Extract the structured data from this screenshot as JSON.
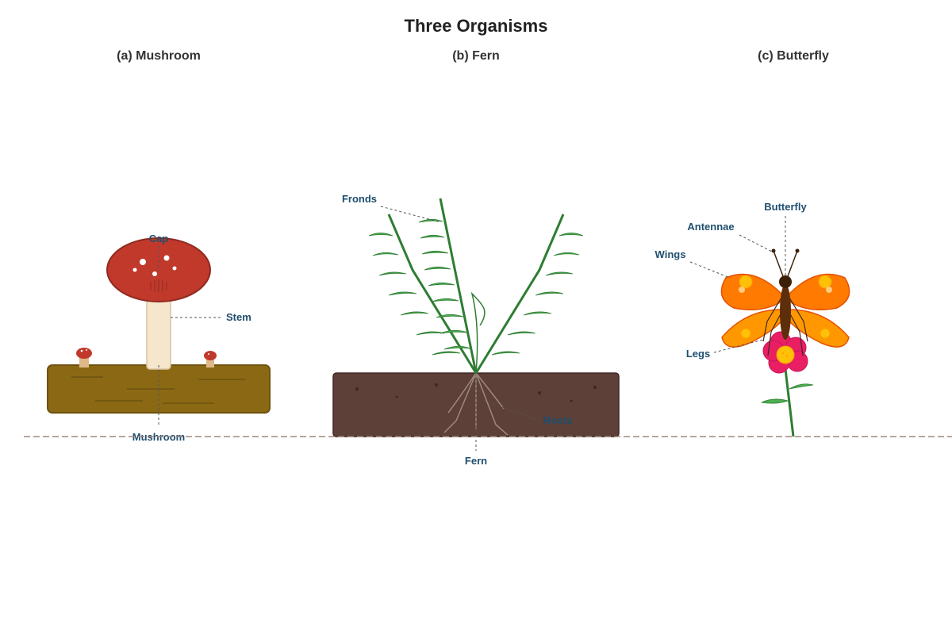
{
  "title": "Three Organisms",
  "panels": [
    {
      "title": "(a) Mushroom",
      "labels": {
        "cap": "Cap",
        "stem": "Stem",
        "organism": "Mushroom"
      }
    },
    {
      "title": "(b) Fern",
      "labels": {
        "fronds": "Fronds",
        "roots": "Roots",
        "organism": "Fern"
      }
    },
    {
      "title": "(c) Butterfly",
      "labels": {
        "organism": "Butterfly",
        "antennae": "Antennae",
        "wings": "Wings",
        "legs": "Legs"
      }
    }
  ],
  "colors": {
    "mushroom_cap": "#c0392b",
    "mushroom_stem": "#f5e6cc",
    "log": "#8b6914",
    "soil": "#5d4037",
    "fern_green": "#2e7d32",
    "leaflet_green": "#4caf50",
    "wing_orange": "#ff7a00",
    "flower_pink": "#e91e63",
    "ground_line": "#a1887f"
  }
}
